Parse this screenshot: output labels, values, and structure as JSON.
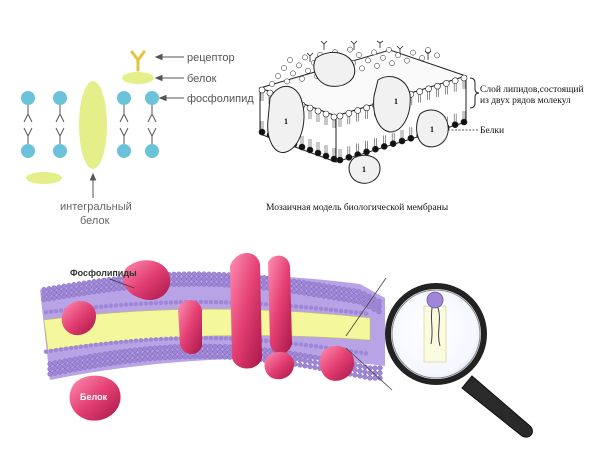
{
  "simple_diagram": {
    "receptor": "рецептор",
    "protein": "белок",
    "phospholipid": "фосфолипид",
    "integral_protein_line1": "интегральный",
    "integral_protein_line2": "белок"
  },
  "mosaic_diagram": {
    "bilayer_note_line1": "Слой липидов,состоящий",
    "bilayer_note_line2": "из двух рядов молекул",
    "proteins_label": "Белки",
    "protein_marker": "1",
    "caption": "Мозаичная модель биологической мембраны"
  },
  "illustration": {
    "phospholipids_label": "Фосфолипиды",
    "protein_label": "Белок"
  },
  "colors": {
    "head_blue": "#6ac3d8",
    "protein_yellow": "#e4ef8a",
    "head_purple": "#9f86d6",
    "protein_pink": "#e33f72",
    "text_gray": "#555555",
    "accent_yellow_core": "#f4f79c"
  }
}
